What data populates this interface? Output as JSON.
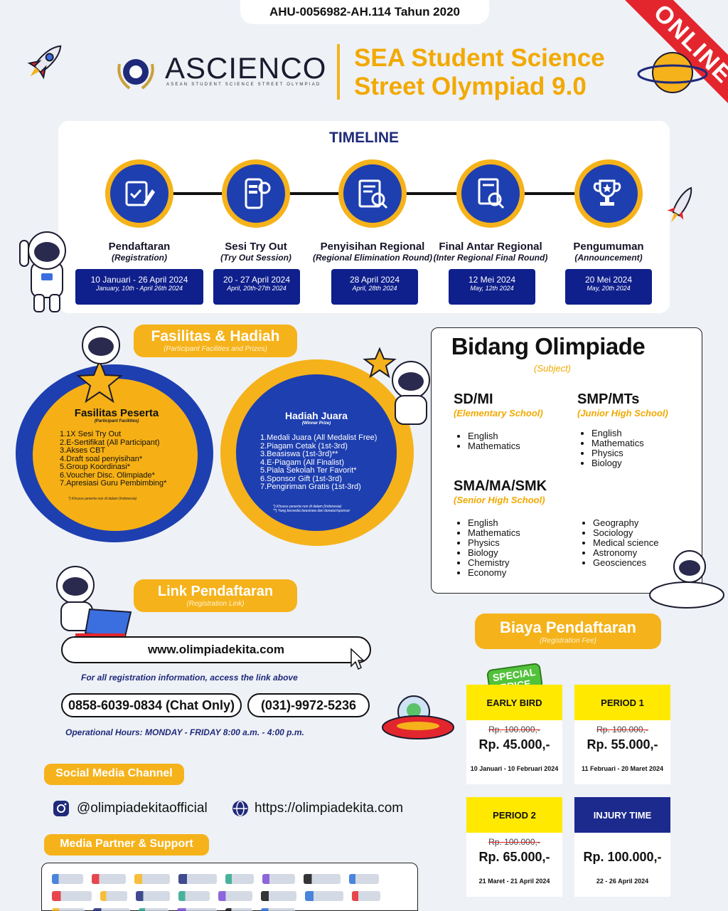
{
  "header": {
    "ahu": "AHU-0056982-AH.114 Tahun 2020",
    "brand": "ASCIENCO",
    "brand_tagline": "ASEAN STUDENT SCIENCE STREET OLYMPIAD",
    "title_line1": "SEA Student Science",
    "title_line2": "Street Olympiad 9.0",
    "ribbon": "ONLINE"
  },
  "timeline": {
    "heading": "TIMELINE",
    "steps": [
      {
        "icon": "form-edit-icon",
        "title": "Pendaftaran",
        "subtitle": "(Registration)",
        "date": "10 Januari - 26 April 2024",
        "date_en": "January, 10th - April 26th 2024"
      },
      {
        "icon": "phone-tryout-icon",
        "title": "Sesi Try Out",
        "subtitle": "(Try Out Session)",
        "date": "20 - 27 April 2024",
        "date_en": "April, 20th-27th 2024"
      },
      {
        "icon": "document-search-icon",
        "title": "Penyisihan Regional",
        "subtitle": "(Regional Elimination Round)",
        "date": "28 April 2024",
        "date_en": "April, 28th 2024"
      },
      {
        "icon": "document-magnify-icon",
        "title": "Final Antar Regional",
        "subtitle": "(Inter Regional Final Round)",
        "date": "12 Mei 2024",
        "date_en": "May, 12th 2024"
      },
      {
        "icon": "trophy-icon",
        "title": "Pengumuman",
        "subtitle": "(Announcement)",
        "date": "20 Mei 2024",
        "date_en": "May, 20th 2024"
      }
    ]
  },
  "facilities": {
    "heading": "Fasilitas & Hadiah",
    "heading_sub": "(Participant Facilities and Prizes)",
    "participant": {
      "title": "Fasilitas Peserta",
      "subtitle": "(Participant Facilities)",
      "items": [
        "1.1X Sesi Try Out",
        "2.E-Sertifikat (All Participant)",
        "3.Akses CBT",
        "4.Draft soal penyisihan*",
        "5.Group Koordinasi*",
        "6.Voucher Disc. Olimpiade*",
        "7.Apresiasi Guru Pembimbing*"
      ],
      "note": "*) Khusus peserta non di dalam (Indonesia)"
    },
    "winner": {
      "title": "Hadiah Juara",
      "subtitle": "(Winner Prize)",
      "items": [
        "1.Medali Juara (All Medalist Free)",
        "2.Piagam Cetak (1st-3rd)",
        "3.Beasiswa (1st-3rd)**",
        "4.E-Piagam (All Finalist)",
        "5.Piala Sekolah Ter Favorit*",
        "6.Sponsor Gift (1st-3rd)",
        "7.Pengiriman Gratis (1st-3rd)"
      ],
      "note1": "*) Khusus peserta non di dalam (Indonesia)",
      "note2": "**) Yang bersedia beasiswa dari donatur/sponsor"
    }
  },
  "subjects": {
    "heading": "Bidang Olimpiade",
    "heading_sub": "(Subject)",
    "sd": {
      "title": "SD/MI",
      "subtitle": "(Elementary School)",
      "items": [
        "English",
        "Mathematics"
      ]
    },
    "smp": {
      "title": "SMP/MTs",
      "subtitle": "(Junior High School)",
      "items": [
        "English",
        "Mathematics",
        "Physics",
        "Biology"
      ]
    },
    "sma": {
      "title": "SMA/MA/SMK",
      "subtitle": "(Senior High School)",
      "items_left": [
        "English",
        "Mathematics",
        "Physics",
        "Biology",
        "Chemistry",
        "Economy"
      ],
      "items_right": [
        "Geography",
        "Sociology",
        "Medical science",
        "Astronomy",
        "Geosciences"
      ]
    }
  },
  "registration": {
    "heading": "Link Pendaftaran",
    "heading_sub": "(Registration Link)",
    "url": "www.olimpiadekita.com",
    "info": "For all registration information, access the link above",
    "phone1": "0858-6039-0834 (Chat Only)",
    "phone2": "(031)-9972-5236",
    "hours": "Operational Hours: MONDAY - FRIDAY 8:00 a.m. -  4:00 p.m."
  },
  "social": {
    "heading": "Social Media Channel",
    "instagram": "@olimpiadekitaofficial",
    "website": "https://olimpiadekita.com"
  },
  "partners": {
    "heading": "Media Partner & Support"
  },
  "fees": {
    "heading": "Biaya Pendaftaran",
    "heading_sub": "(Registration Fee)",
    "badge": "SPECIAL PRICE",
    "periods": [
      {
        "name": "EARLY BIRD",
        "old": "Rp. 100.000,-",
        "price": "Rp. 45.000,-",
        "dates": "10 Januari - 10 Februari 2024",
        "color": "#ffe900",
        "text": "#111"
      },
      {
        "name": "PERIOD 1",
        "old": "Rp. 100.000,-",
        "price": "Rp. 55.000,-",
        "dates": "11 Februari - 20 Maret 2024",
        "color": "#ffe900",
        "text": "#111"
      },
      {
        "name": "PERIOD 2",
        "old": "Rp. 100.000,-",
        "price": "Rp. 65.000,-",
        "dates": "21 Maret - 21 April 2024",
        "color": "#ffe900",
        "text": "#111"
      },
      {
        "name": "INJURY TIME",
        "old": "",
        "price": "Rp. 100.000,-",
        "dates": "22 - 26 April 2024",
        "color": "#1c2a8e",
        "text": "#fff"
      }
    ]
  },
  "colors": {
    "navy": "#1f2a7a",
    "gold": "#f5b21a",
    "blue": "#1e3fb0",
    "ribbon": "#e3262e"
  }
}
